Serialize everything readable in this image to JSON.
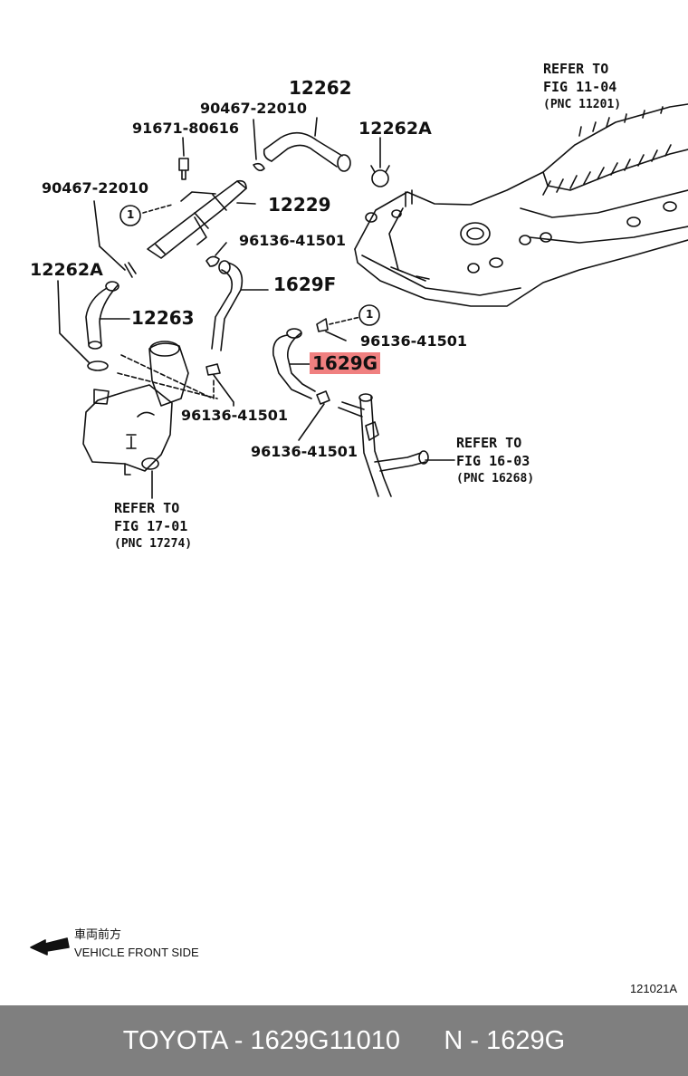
{
  "labels": {
    "l_12262": "12262",
    "l_90467_top": "90467-22010",
    "l_91671": "91671-80616",
    "l_12262A_top": "12262A",
    "l_90467_left": "90467-22010",
    "l_12229": "12229",
    "l_96136_a": "96136-41501",
    "l_12262A_left": "12262A",
    "l_1629F": "1629F",
    "l_12263": "12263",
    "l_96136_b": "96136-41501",
    "l_1629G": "1629G",
    "l_96136_c": "96136-41501",
    "l_96136_d": "96136-41501"
  },
  "refs": {
    "fig_11_04": {
      "line1": "REFER TO",
      "line2": "FIG 11-04",
      "pnc": "(PNC 11201)"
    },
    "fig_16_03": {
      "line1": "REFER TO",
      "line2": "FIG 16-03",
      "pnc": "(PNC 16268)"
    },
    "fig_17_01": {
      "line1": "REFER TO",
      "line2": "FIG 17-01",
      "pnc": "(PNC 17274)"
    }
  },
  "callouts": {
    "circle_1": "1"
  },
  "front_indicator": {
    "jp": "車両前方",
    "en": "VEHICLE FRONT SIDE"
  },
  "diagram_number": "121021A",
  "footer": {
    "text": "TOYOTA - 1629G11010      N - 1629G"
  },
  "highlight_color": "#f08080"
}
